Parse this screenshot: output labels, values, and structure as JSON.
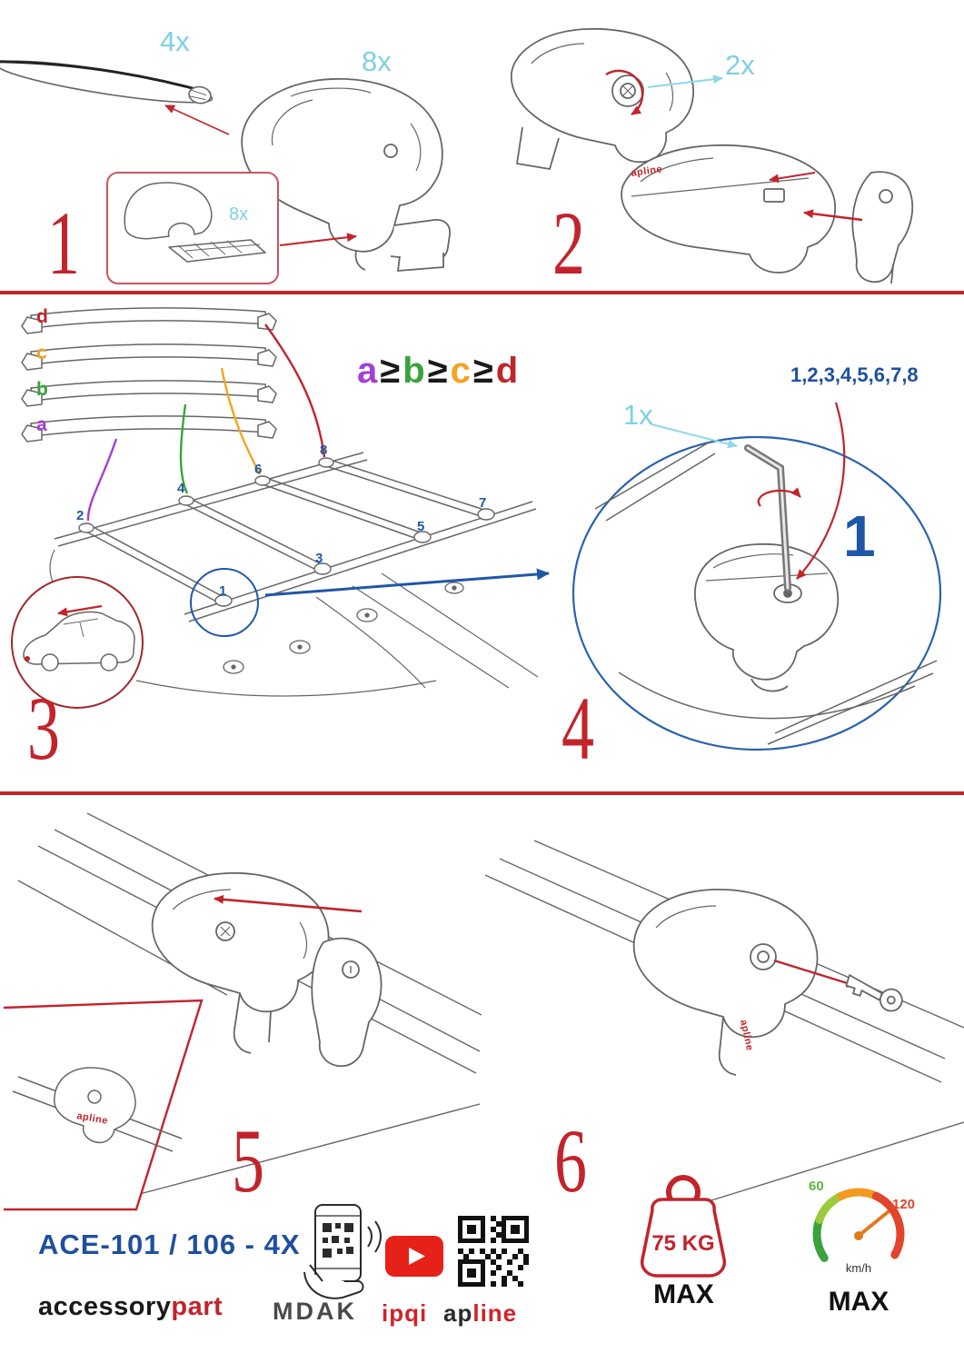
{
  "colors": {
    "accent_red": "#c2242b",
    "accent_blue": "#1f57a8",
    "accent_cyan": "#7cd0e4",
    "purple": "#a43fd4",
    "green": "#3aa33c",
    "orange": "#f2a51f",
    "line_gray": "#666666"
  },
  "step1": {
    "number": "1",
    "bar_qty": "4x",
    "foot_qty": "8x",
    "pad_qty": "8x"
  },
  "step2": {
    "number": "2",
    "lock_qty": "2x",
    "brand_mark": "apline"
  },
  "step3": {
    "number": "3",
    "bar_labels": {
      "d": "d",
      "c": "c",
      "b": "b",
      "a": "a"
    },
    "formula": {
      "a": "a",
      "ge1": "≥",
      "b": "b",
      "ge2": "≥",
      "c": "c",
      "ge3": "≥",
      "d": "d"
    },
    "positions": {
      "p1": "1",
      "p2": "2",
      "p3": "3",
      "p4": "4",
      "p5": "5",
      "p6": "6",
      "p7": "7",
      "p8": "8"
    }
  },
  "step4": {
    "number": "4",
    "key_qty": "1x",
    "sequence": "1,2,3,4,5,6,7,8",
    "first_pos": "1"
  },
  "step5": {
    "number": "5",
    "brand_mark": "apline"
  },
  "step6": {
    "number": "6",
    "brand_mark": "apline"
  },
  "footer": {
    "model": "ACE-101 / 106 - 4X",
    "brand_black": "accessory",
    "brand_red": "part",
    "logo_mdak": "MDAK",
    "logo_ipqi": "ipqi",
    "logo_apline_black": "ap",
    "logo_apline_red": "line",
    "weight_value": "75 KG",
    "weight_max": "MAX",
    "speed_low": "60",
    "speed_high": "120",
    "speed_unit": "km/h",
    "speed_max": "MAX"
  }
}
